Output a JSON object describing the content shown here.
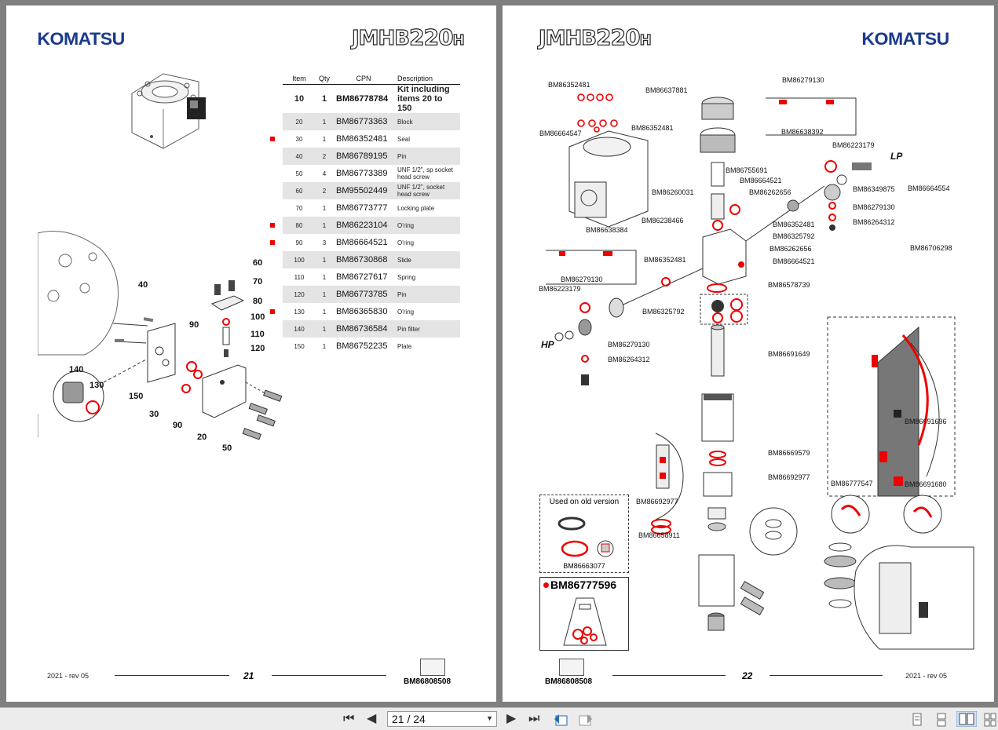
{
  "viewer": {
    "page_indicator": "21 / 24",
    "first_label": "⏮",
    "prev_label": "◀",
    "next_label": "▶",
    "last_label": "⏭"
  },
  "left_page": {
    "brand": "KOMATSU",
    "model": "JMHB220H",
    "model_main": "JMHB",
    "model_num": "220",
    "model_suffix": "H",
    "table_headers": {
      "item": "Item",
      "qty": "Qty",
      "cpn": "CPN",
      "desc": "Description"
    },
    "rows": [
      {
        "item": "10",
        "qty": "1",
        "cpn": "BM86778784",
        "desc": "Kit including items 20 to 150",
        "kit": true,
        "marked": false,
        "shade": false
      },
      {
        "item": "20",
        "qty": "1",
        "cpn": "BM86773363",
        "desc": "Block",
        "marked": false,
        "shade": true
      },
      {
        "item": "30",
        "qty": "1",
        "cpn": "BM86352481",
        "desc": "Seal",
        "marked": true,
        "shade": false
      },
      {
        "item": "40",
        "qty": "2",
        "cpn": "BM86789195",
        "desc": "Pin",
        "marked": false,
        "shade": true
      },
      {
        "item": "50",
        "qty": "4",
        "cpn": "BM86773389",
        "desc": "UNF 1/2\", sp socket head screw",
        "marked": false,
        "shade": false
      },
      {
        "item": "60",
        "qty": "2",
        "cpn": "BM95502449",
        "desc": "UNF 1/2\", socket head screw",
        "marked": false,
        "shade": true
      },
      {
        "item": "70",
        "qty": "1",
        "cpn": "BM86773777",
        "desc": "Locking plate",
        "marked": false,
        "shade": false
      },
      {
        "item": "80",
        "qty": "1",
        "cpn": "BM86223104",
        "desc": "O'ring",
        "marked": true,
        "shade": true
      },
      {
        "item": "90",
        "qty": "3",
        "cpn": "BM86664521",
        "desc": "O'ring",
        "marked": true,
        "shade": false
      },
      {
        "item": "100",
        "qty": "1",
        "cpn": "BM86730868",
        "desc": "Slide",
        "marked": false,
        "shade": true
      },
      {
        "item": "110",
        "qty": "1",
        "cpn": "BM86727617",
        "desc": "Spring",
        "marked": false,
        "shade": false
      },
      {
        "item": "120",
        "qty": "1",
        "cpn": "BM86773785",
        "desc": "Pin",
        "marked": false,
        "shade": true
      },
      {
        "item": "130",
        "qty": "1",
        "cpn": "BM86365830",
        "desc": "O'ring",
        "marked": true,
        "shade": false
      },
      {
        "item": "140",
        "qty": "1",
        "cpn": "BM86736584",
        "desc": "Pin filter",
        "marked": false,
        "shade": true
      },
      {
        "item": "150",
        "qty": "1",
        "cpn": "BM86752235",
        "desc": "Plate",
        "marked": false,
        "shade": false
      }
    ],
    "callouts": [
      "60",
      "70",
      "80",
      "100",
      "110",
      "120",
      "40",
      "90",
      "140",
      "130",
      "150",
      "30",
      "90",
      "20",
      "50"
    ],
    "footer_date": "2021 -  rev 05",
    "page_number": "21",
    "book_ref": "BM86808508"
  },
  "right_page": {
    "brand": "KOMATSU",
    "model": "JMHB220H",
    "model_main": "JMHB",
    "model_num": "220",
    "model_suffix": "H",
    "labels": {
      "l1": "BM86352481",
      "l2": "BM86637881",
      "l3": "BM86279130",
      "l4": "BM86352481",
      "l5": "BM86664547",
      "l6": "BM86638392",
      "l7": "BM86223179",
      "l8": "LP",
      "l9": "BM86755691",
      "l10": "BM86664521",
      "l11": "BM86260031",
      "l12": "BM86262656",
      "l13": "BM86349875",
      "l14": "BM86664554",
      "l15": "BM86279130",
      "l16": "BM86238466",
      "l17": "BM86264312",
      "l18": "BM86638384",
      "l19": "BM86352481",
      "l20": "BM86325792",
      "l21": "BM86706298",
      "l22": "BM86262656",
      "l23": "BM86352481",
      "l24": "BM86664521",
      "l25": "BM86279130",
      "l26": "BM86578739",
      "l27": "BM86223179",
      "l28": "BM86325792",
      "l29": "HP",
      "l30": "BM86279130",
      "l31": "BM86264312",
      "l32": "BM86691649",
      "l33": "BM86691696",
      "l34": "BM86669579",
      "l35": "BM86692977",
      "l36": "BM86777547",
      "l37": "BM86691680",
      "l38": "BM86692977",
      "l39": "BM86658911"
    },
    "old_version_title": "Used on old version",
    "old_version_part": "BM86663077",
    "kit_part": "BM86777596",
    "footer_date": "2021 -  rev 05",
    "page_number": "22",
    "book_ref": "BM86808508"
  },
  "colors": {
    "brand": "#1a3a8c",
    "seal": "#e00000",
    "marker": "#e00000"
  }
}
